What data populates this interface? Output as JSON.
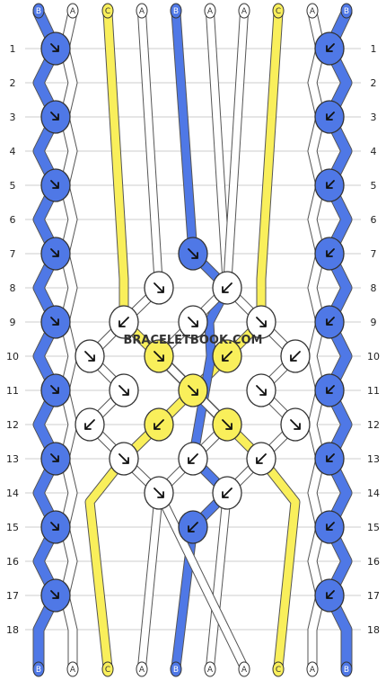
{
  "site": {
    "watermark": "BRACELETBOOK.COM"
  },
  "colors": {
    "B": "#4f78e6",
    "A": "#ffffff",
    "C": "#f9ef5b",
    "outline": "#555555",
    "grid": "#cccccc"
  },
  "strands": {
    "top": [
      "B",
      "A",
      "C",
      "A",
      "B",
      "A",
      "A",
      "C",
      "A",
      "B"
    ],
    "bottom": [
      "B",
      "A",
      "C",
      "A",
      "B",
      "A",
      "A",
      "C",
      "A",
      "B"
    ]
  },
  "rows": [
    "1",
    "2",
    "3",
    "4",
    "5",
    "6",
    "7",
    "8",
    "9",
    "10",
    "11",
    "12",
    "13",
    "14",
    "15",
    "16",
    "17",
    "18"
  ],
  "knots": [
    {
      "row": 1,
      "col": 0,
      "color": "B",
      "dir": "forward-backward"
    },
    {
      "row": 1,
      "col": 8,
      "color": "B",
      "dir": "backward-forward"
    },
    {
      "row": 3,
      "col": 0,
      "color": "B",
      "dir": "forward-backward"
    },
    {
      "row": 3,
      "col": 8,
      "color": "B",
      "dir": "backward-forward"
    },
    {
      "row": 5,
      "col": 0,
      "color": "B",
      "dir": "forward-backward"
    },
    {
      "row": 5,
      "col": 8,
      "color": "B",
      "dir": "backward-forward"
    },
    {
      "row": 7,
      "col": 0,
      "color": "B",
      "dir": "forward-backward"
    },
    {
      "row": 7,
      "col": 4,
      "color": "B",
      "dir": "forward"
    },
    {
      "row": 7,
      "col": 8,
      "color": "B",
      "dir": "backward-forward"
    },
    {
      "row": 8,
      "col": 3,
      "color": "A",
      "dir": "forward"
    },
    {
      "row": 8,
      "col": 5,
      "color": "A",
      "dir": "backward"
    },
    {
      "row": 9,
      "col": 0,
      "color": "B",
      "dir": "forward-backward"
    },
    {
      "row": 9,
      "col": 2,
      "color": "A",
      "dir": "backward"
    },
    {
      "row": 9,
      "col": 4,
      "color": "A",
      "dir": "forward"
    },
    {
      "row": 9,
      "col": 6,
      "color": "A",
      "dir": "forward"
    },
    {
      "row": 9,
      "col": 8,
      "color": "B",
      "dir": "backward-forward"
    },
    {
      "row": 10,
      "col": 1,
      "color": "A",
      "dir": "forward"
    },
    {
      "row": 10,
      "col": 3,
      "color": "C",
      "dir": "forward"
    },
    {
      "row": 10,
      "col": 5,
      "color": "C",
      "dir": "backward"
    },
    {
      "row": 10,
      "col": 7,
      "color": "A",
      "dir": "backward"
    },
    {
      "row": 11,
      "col": 0,
      "color": "B",
      "dir": "forward-backward"
    },
    {
      "row": 11,
      "col": 2,
      "color": "A",
      "dir": "forward"
    },
    {
      "row": 11,
      "col": 4,
      "color": "C",
      "dir": "forward"
    },
    {
      "row": 11,
      "col": 6,
      "color": "A",
      "dir": "forward"
    },
    {
      "row": 11,
      "col": 8,
      "color": "B",
      "dir": "backward-forward"
    },
    {
      "row": 12,
      "col": 1,
      "color": "A",
      "dir": "backward"
    },
    {
      "row": 12,
      "col": 3,
      "color": "C",
      "dir": "backward"
    },
    {
      "row": 12,
      "col": 5,
      "color": "C",
      "dir": "forward"
    },
    {
      "row": 12,
      "col": 7,
      "color": "A",
      "dir": "forward"
    },
    {
      "row": 13,
      "col": 0,
      "color": "B",
      "dir": "forward-backward"
    },
    {
      "row": 13,
      "col": 2,
      "color": "A",
      "dir": "forward"
    },
    {
      "row": 13,
      "col": 4,
      "color": "A",
      "dir": "backward"
    },
    {
      "row": 13,
      "col": 6,
      "color": "A",
      "dir": "backward"
    },
    {
      "row": 13,
      "col": 8,
      "color": "B",
      "dir": "backward-forward"
    },
    {
      "row": 14,
      "col": 3,
      "color": "A",
      "dir": "forward"
    },
    {
      "row": 14,
      "col": 5,
      "color": "A",
      "dir": "backward"
    },
    {
      "row": 15,
      "col": 0,
      "color": "B",
      "dir": "forward-backward"
    },
    {
      "row": 15,
      "col": 4,
      "color": "B",
      "dir": "backward"
    },
    {
      "row": 15,
      "col": 8,
      "color": "B",
      "dir": "backward-forward"
    },
    {
      "row": 17,
      "col": 0,
      "color": "B",
      "dir": "forward-backward"
    },
    {
      "row": 17,
      "col": 8,
      "color": "B",
      "dir": "backward-forward"
    }
  ]
}
